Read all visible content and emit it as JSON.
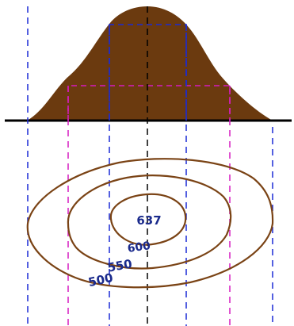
{
  "contours": {
    "summit": "637",
    "c600": "600",
    "c550": "550",
    "c500": "500"
  },
  "colors": {
    "hill_fill": "#6b3a0f",
    "contour_line": "#7a4315",
    "ground_line": "#000000",
    "outer_projection": "#1a2ad6",
    "middle_projection": "#d61ac0",
    "center_projection": "#000000",
    "label": "#1a2a8c"
  }
}
